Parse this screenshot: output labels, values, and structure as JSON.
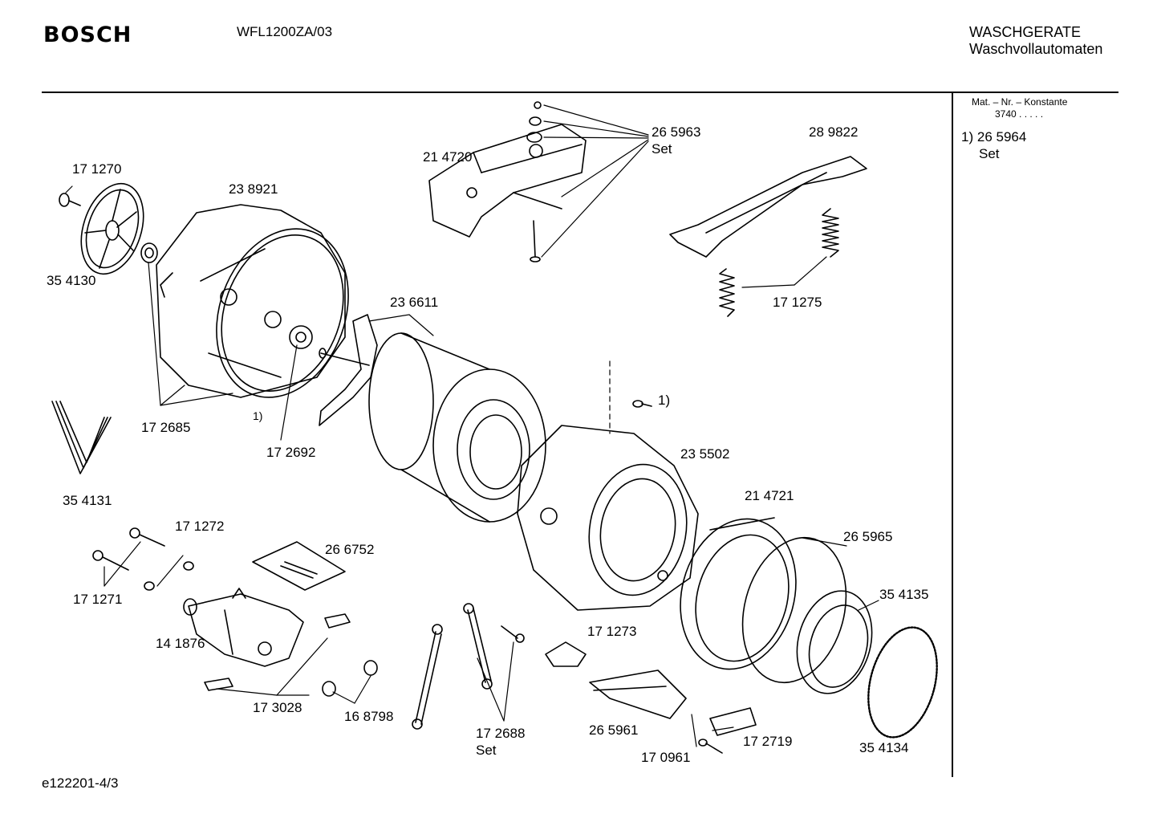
{
  "header": {
    "brand": "BOSCH",
    "model": "WFL1200ZA/03",
    "category": "WASCHGERATE",
    "subcategory": "Waschvollautomaten"
  },
  "sidebar": {
    "heading": "Mat. – Nr. – Konstante",
    "constant": "3740  .  .  .  .  .",
    "note_marker": "1)",
    "note_part": "26 5964",
    "note_type": "Set"
  },
  "footer": {
    "code": "e122201-4/3"
  },
  "parts": [
    {
      "id": "171270",
      "label": "17 1270"
    },
    {
      "id": "238921",
      "label": "23 8921"
    },
    {
      "id": "354130",
      "label": "35 4130"
    },
    {
      "id": "214720",
      "label": "21 4720"
    },
    {
      "id": "265963",
      "label": "26 5963",
      "sub": "Set"
    },
    {
      "id": "289822",
      "label": "28 9822"
    },
    {
      "id": "171275",
      "label": "17 1275"
    },
    {
      "id": "236611",
      "label": "23 6611"
    },
    {
      "id": "marker1a",
      "label": "1)"
    },
    {
      "id": "marker1b",
      "label": "1)"
    },
    {
      "id": "172685",
      "label": "17 2685"
    },
    {
      "id": "172692",
      "label": "17 2692"
    },
    {
      "id": "354131",
      "label": "35 4131"
    },
    {
      "id": "235502",
      "label": "23 5502"
    },
    {
      "id": "214721",
      "label": "21 4721"
    },
    {
      "id": "171272",
      "label": "17 1272"
    },
    {
      "id": "266752",
      "label": "26 6752"
    },
    {
      "id": "265965",
      "label": "26 5965"
    },
    {
      "id": "354135",
      "label": "35 4135"
    },
    {
      "id": "171271",
      "label": "17 1271"
    },
    {
      "id": "141876",
      "label": "14 1876"
    },
    {
      "id": "171273",
      "label": "17 1273"
    },
    {
      "id": "173028",
      "label": "17 3028"
    },
    {
      "id": "168798",
      "label": "16 8798"
    },
    {
      "id": "172688",
      "label": "17 2688",
      "sub": "Set"
    },
    {
      "id": "265961",
      "label": "26 5961"
    },
    {
      "id": "172719",
      "label": "17 2719"
    },
    {
      "id": "170961",
      "label": "17 0961"
    },
    {
      "id": "354134",
      "label": "35 4134"
    }
  ]
}
